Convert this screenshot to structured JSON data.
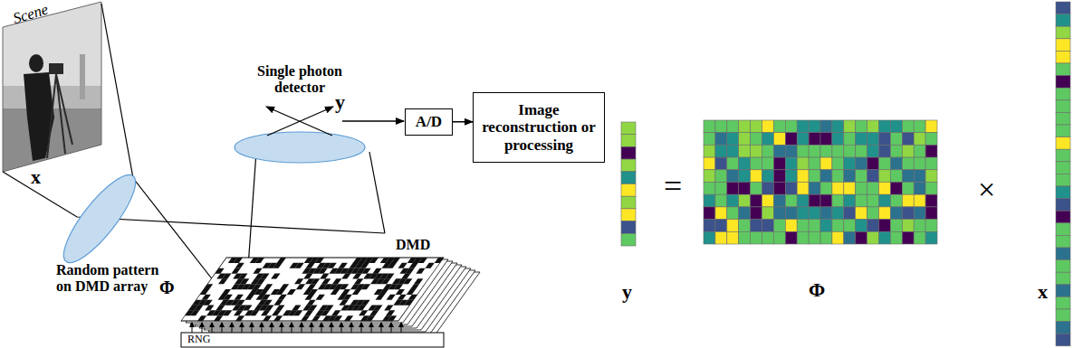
{
  "diagram": {
    "nodes": [
      {
        "text": [
          "A/D"
        ]
      },
      {
        "text": [
          "Image reconstruction or processing"
        ]
      }
    ],
    "edges": [
      {
        "from": 0,
        "to": 1,
        "arrow": "to"
      }
    ],
    "labels": [
      "Scene",
      "x",
      "Single photon detector",
      "y",
      "DMD",
      "Random pattern on DMD array",
      "Φ",
      "RNG",
      "y",
      "=",
      "Φ",
      "×",
      "x"
    ]
  }
}
